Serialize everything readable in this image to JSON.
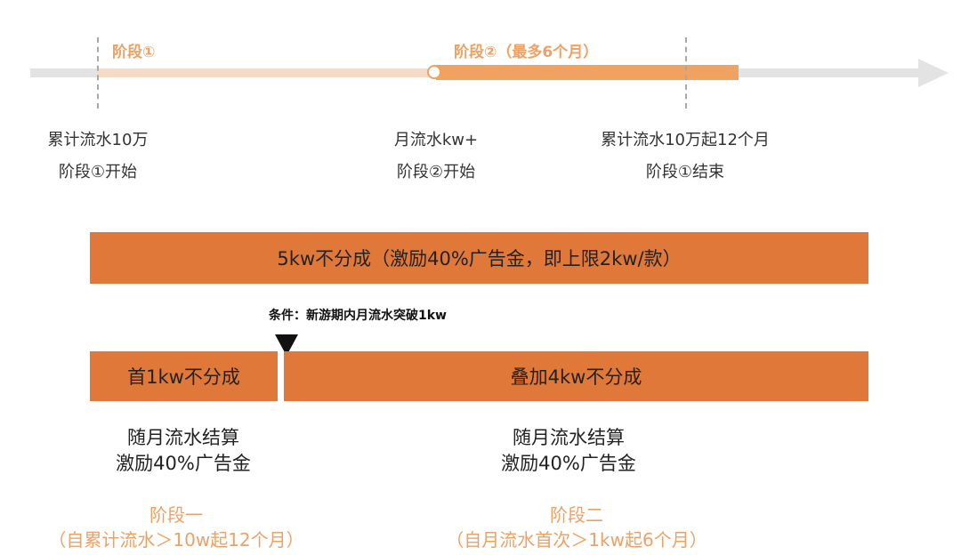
{
  "colors": {
    "accent": "#e0783a",
    "phase2_band": "#f0a263",
    "phase1_band": "#f6dcc6",
    "axis": "#e3e3e3",
    "stage_text": "#eea165"
  },
  "timeline": {
    "phase1_label": "阶段①",
    "phase2_label": "阶段②（最多6个月）",
    "milestones": [
      {
        "line1": "累计流水10万",
        "line2": "阶段①开始"
      },
      {
        "line1": "月流水kw+",
        "line2": "阶段②开始"
      },
      {
        "line1": "累计流水10万起12个月",
        "line2": "阶段①结束"
      }
    ]
  },
  "top_bar": {
    "label": "5kw不分成（激励40%广告金，即上限2kw/款）"
  },
  "condition": {
    "text": "条件：新游期内月流水突破1kw"
  },
  "bars": {
    "left": "首1kw不分成",
    "right": "叠加4kw不分成"
  },
  "settlement": [
    {
      "line1": "随月流水结算",
      "line2": "激励40%广告金"
    },
    {
      "line1": "随月流水结算",
      "line2": "激励40%广告金"
    }
  ],
  "stages": [
    {
      "title": "阶段一",
      "detail": "（自累计流水＞10w起12个月）"
    },
    {
      "title": "阶段二",
      "detail": "（自月流水首次＞1kw起6个月）"
    }
  ]
}
